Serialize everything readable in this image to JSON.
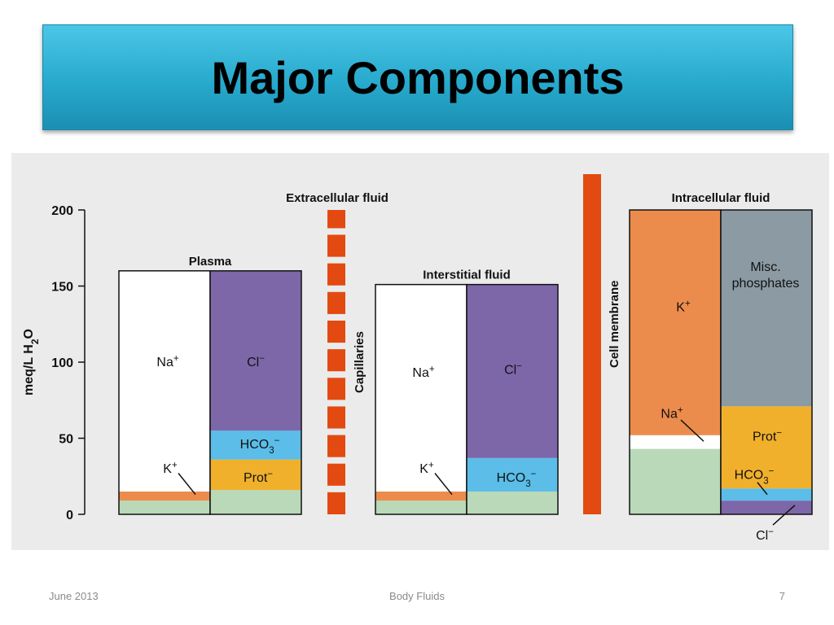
{
  "slide": {
    "title": "Major Components",
    "footer_left": "June 2013",
    "footer_center": "Body Fluids",
    "footer_right": "7"
  },
  "chart_data": {
    "type": "bar",
    "stacked": true,
    "ylabel": "meq/L H2O",
    "ylim": [
      0,
      200
    ],
    "yticks": [
      0,
      50,
      100,
      150,
      200
    ],
    "group_labels": {
      "extracellular": "Extracellular fluid",
      "intracellular": "Intracellular fluid",
      "capillaries": "Capillaries",
      "cell_membrane": "Cell membrane"
    },
    "compartments": [
      {
        "name": "Plasma",
        "total": 160,
        "columns": [
          {
            "segments": [
              {
                "label": "",
                "from": 0,
                "to": 9,
                "color": "#b9d9b9"
              },
              {
                "label": "K+",
                "from": 9,
                "to": 15,
                "color": "#ec8c4c"
              },
              {
                "label": "Na+",
                "from": 15,
                "to": 160,
                "color": "#ffffff"
              }
            ]
          },
          {
            "segments": [
              {
                "label": "",
                "from": 0,
                "to": 16,
                "color": "#b9d9b9"
              },
              {
                "label": "Prot−",
                "from": 16,
                "to": 36,
                "color": "#f0b02c"
              },
              {
                "label": "HCO3−",
                "from": 36,
                "to": 55,
                "color": "#5bbde8"
              },
              {
                "label": "Cl−",
                "from": 55,
                "to": 160,
                "color": "#7d67a9"
              }
            ]
          }
        ]
      },
      {
        "name": "Interstitial fluid",
        "total": 151,
        "columns": [
          {
            "segments": [
              {
                "label": "",
                "from": 0,
                "to": 9,
                "color": "#b9d9b9"
              },
              {
                "label": "K+",
                "from": 9,
                "to": 15,
                "color": "#ec8c4c"
              },
              {
                "label": "Na+",
                "from": 15,
                "to": 151,
                "color": "#ffffff"
              }
            ]
          },
          {
            "segments": [
              {
                "label": "",
                "from": 0,
                "to": 15,
                "color": "#b9d9b9"
              },
              {
                "label": "HCO3−",
                "from": 15,
                "to": 37,
                "color": "#5bbde8"
              },
              {
                "label": "Cl−",
                "from": 37,
                "to": 151,
                "color": "#7d67a9"
              }
            ]
          }
        ]
      },
      {
        "name": "Intracellular fluid",
        "total": 200,
        "columns": [
          {
            "segments": [
              {
                "label": "",
                "from": 0,
                "to": 43,
                "color": "#b9d9b9"
              },
              {
                "label": "Na+",
                "from": 43,
                "to": 52,
                "color": "#ffffff"
              },
              {
                "label": "K+",
                "from": 52,
                "to": 200,
                "color": "#ec8c4c"
              }
            ]
          },
          {
            "segments": [
              {
                "label": "Cl−",
                "from": 0,
                "to": 9,
                "color": "#7d67a9"
              },
              {
                "label": "HCO3−",
                "from": 9,
                "to": 17,
                "color": "#5bbde8"
              },
              {
                "label": "Prot−",
                "from": 17,
                "to": 71,
                "color": "#f0b02c"
              },
              {
                "label": "Misc. phosphates",
                "from": 71,
                "to": 200,
                "color": "#8b9aa3"
              }
            ]
          }
        ]
      }
    ]
  }
}
